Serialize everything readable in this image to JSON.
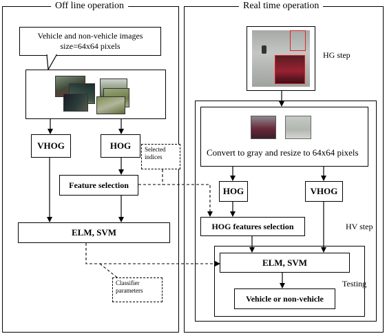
{
  "offline": {
    "title": "Off line operation",
    "callout_line1": "Vehicle and non-vehicle images",
    "callout_line2": "size=64x64 pixels",
    "vhog": "VHOG",
    "hog": "HOG",
    "feature_selection": "Feature selection",
    "selected_indices_line1": "Selected",
    "selected_indices_line2": "indices",
    "classifier": "ELM, SVM",
    "classifier_params_line1": "Classifier",
    "classifier_params_line2": "parameters"
  },
  "realtime": {
    "title": "Real time operation",
    "hg_step": "HG step",
    "convert": "Convert to gray and resize to 64x64 pixels",
    "hog": "HOG",
    "vhog": "VHOG",
    "hog_selection": "HOG features selection",
    "hv_step": "HV step",
    "classifier": "ELM, SVM",
    "testing": "Testing",
    "result": "Vehicle or non-vehicle"
  }
}
